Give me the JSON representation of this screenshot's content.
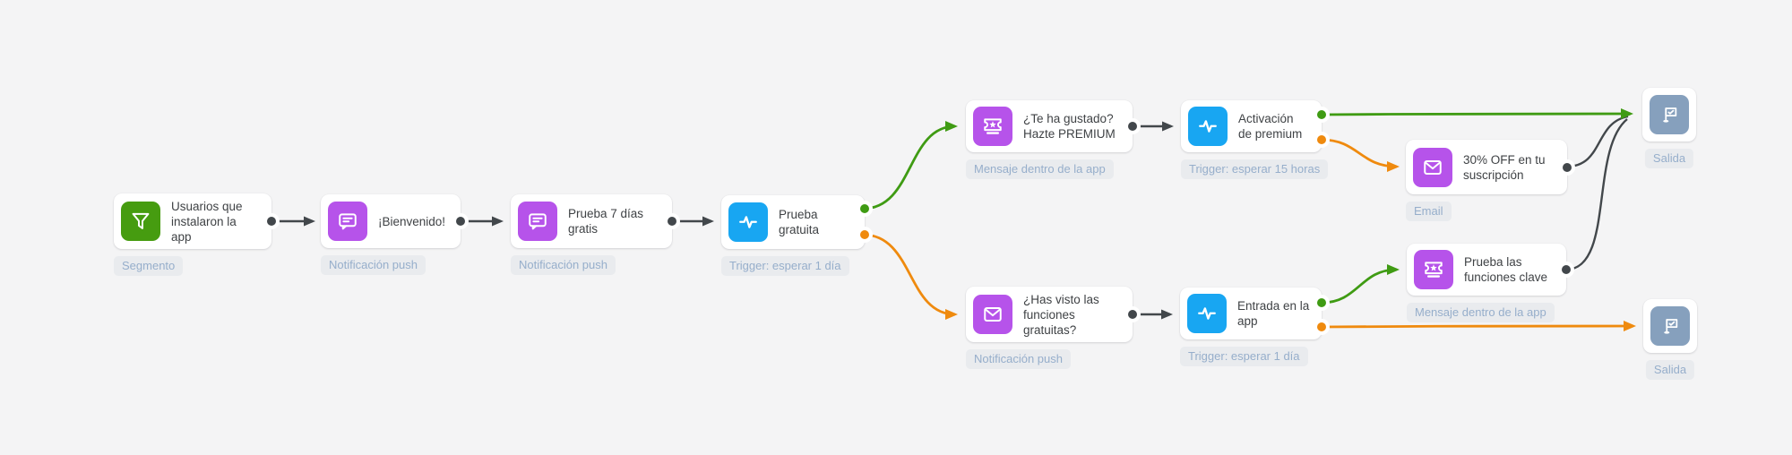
{
  "colors": {
    "background": "#f4f4f5",
    "card": "#ffffff",
    "title_text": "#3f4245",
    "tag_bg": "#e9ebee",
    "tag_text": "#96aecb",
    "segment_green": "#469c10",
    "message_purple": "#b653ea",
    "trigger_blue": "#18a6f2",
    "exit_slate": "#86a0bd",
    "edge_dark": "#42474b",
    "edge_green": "#3f9b13",
    "edge_orange": "#ef8a0e"
  },
  "nodes": [
    {
      "title": "Usuarios que\ninstalaron la\napp",
      "tag": "Segmento",
      "icon": "filter"
    },
    {
      "title": "¡Bienvenido!",
      "tag": "Notificación push",
      "icon": "chat"
    },
    {
      "title": "Prueba 7 días\ngratis",
      "tag": "Notificación push",
      "icon": "chat"
    },
    {
      "title": "Prueba\ngratuita",
      "tag": "Trigger: esperar 1 día",
      "icon": "pulse"
    },
    {
      "title": "¿Te ha gustado?\nHazte PREMIUM",
      "tag": "Mensaje dentro de la app",
      "icon": "ticket"
    },
    {
      "title": "Activación\nde premium",
      "tag": "Trigger: esperar 15 horas",
      "icon": "pulse"
    },
    {
      "title": "30% OFF en tu\nsuscripción",
      "tag": "Email",
      "icon": "envelope"
    },
    {
      "title": "¿Has visto las\nfunciones\ngratuitas?",
      "tag": "Notificación push",
      "icon": "envelope"
    },
    {
      "title": "Entrada en la\napp",
      "tag": "Trigger: esperar 1 día",
      "icon": "pulse"
    },
    {
      "title": "Prueba las\nfunciones clave",
      "tag": "Mensaje dentro de la app",
      "icon": "ticket"
    },
    {
      "title": "",
      "tag": "Salida",
      "icon": "flag"
    },
    {
      "title": "",
      "tag": "Salida",
      "icon": "flag"
    }
  ],
  "edges": [
    {
      "from": "Usuarios que instalaron la app",
      "to": "¡Bienvenido!",
      "type": "default"
    },
    {
      "from": "¡Bienvenido!",
      "to": "Prueba 7 días gratis",
      "type": "default"
    },
    {
      "from": "Prueba 7 días gratis",
      "to": "Prueba gratuita",
      "type": "default"
    },
    {
      "from": "Prueba gratuita",
      "to": "¿Te ha gustado? Hazte PREMIUM",
      "type": "positive-green"
    },
    {
      "from": "Prueba gratuita",
      "to": "¿Has visto las funciones gratuitas?",
      "type": "negative-orange"
    },
    {
      "from": "¿Te ha gustado? Hazte PREMIUM",
      "to": "Activación de premium",
      "type": "default"
    },
    {
      "from": "Activación de premium",
      "to": "Salida (top)",
      "type": "positive-green"
    },
    {
      "from": "Activación de premium",
      "to": "30% OFF en tu suscripción",
      "type": "negative-orange"
    },
    {
      "from": "30% OFF en tu suscripción",
      "to": "Salida (top)",
      "type": "default"
    },
    {
      "from": "¿Has visto las funciones gratuitas?",
      "to": "Entrada en la app",
      "type": "default"
    },
    {
      "from": "Entrada en la app",
      "to": "Prueba las funciones clave",
      "type": "positive-green"
    },
    {
      "from": "Entrada en la app",
      "to": "Salida (bottom)",
      "type": "negative-orange"
    },
    {
      "from": "Prueba las funciones clave",
      "to": "Salida (top)",
      "type": "default"
    }
  ]
}
